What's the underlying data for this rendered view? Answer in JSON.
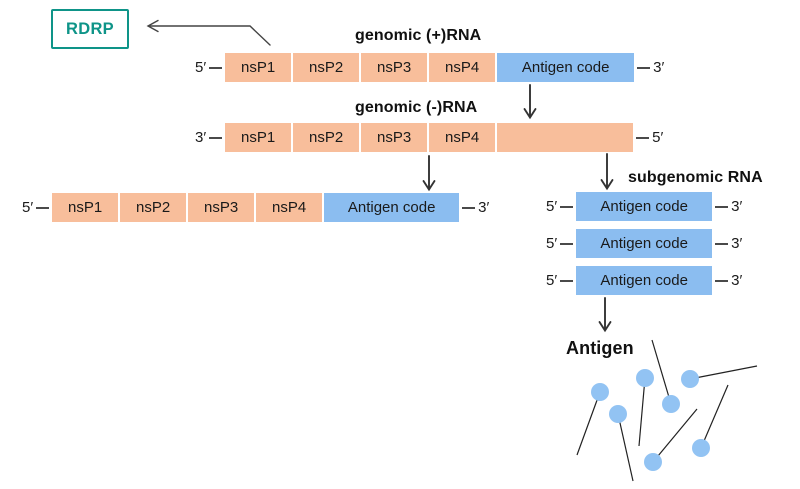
{
  "colors": {
    "segment_orange": "#f8be9b",
    "antigen_blue": "#8bbdf0",
    "pin_blue": "#92c3f3",
    "teal": "#0e9488",
    "line": "#3c3c3c",
    "text": "#1a1a1a"
  },
  "rdrp": {
    "label": "RDRP"
  },
  "genomic_plus": {
    "title": "genomic (+)RNA",
    "left_end": "5′",
    "right_end": "3′",
    "segments": [
      "nsP1",
      "nsP2",
      "nsP3",
      "nsP4"
    ],
    "antigen_segment": "Antigen code"
  },
  "genomic_minus": {
    "title": "genomic (-)RNA",
    "left_end": "3′",
    "right_end": "5′",
    "segments": [
      "nsP1",
      "nsP2",
      "nsP3",
      "nsP4"
    ],
    "template_segment": ""
  },
  "replicated_genomic": {
    "left_end": "5′",
    "right_end": "3′",
    "segments": [
      "nsP1",
      "nsP2",
      "nsP3",
      "nsP4"
    ],
    "antigen_segment": "Antigen code"
  },
  "subgenomic": {
    "title": "subgenomic RNA",
    "copies": [
      {
        "left_end": "5′",
        "label": "Antigen code",
        "right_end": "3′"
      },
      {
        "left_end": "5′",
        "label": "Antigen code",
        "right_end": "3′"
      },
      {
        "left_end": "5′",
        "label": "Antigen code",
        "right_end": "3′"
      }
    ]
  },
  "antigen": {
    "label": "Antigen",
    "particle_count": 7
  }
}
